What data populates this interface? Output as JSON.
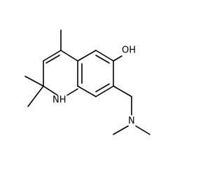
{
  "molecule": {
    "atoms": {
      "hydroxyl": "OH",
      "ring_nh": "NH",
      "amine_n": "N"
    }
  },
  "colors": {
    "background": "#ffffff",
    "bond": "#000000",
    "label": "#000000"
  }
}
